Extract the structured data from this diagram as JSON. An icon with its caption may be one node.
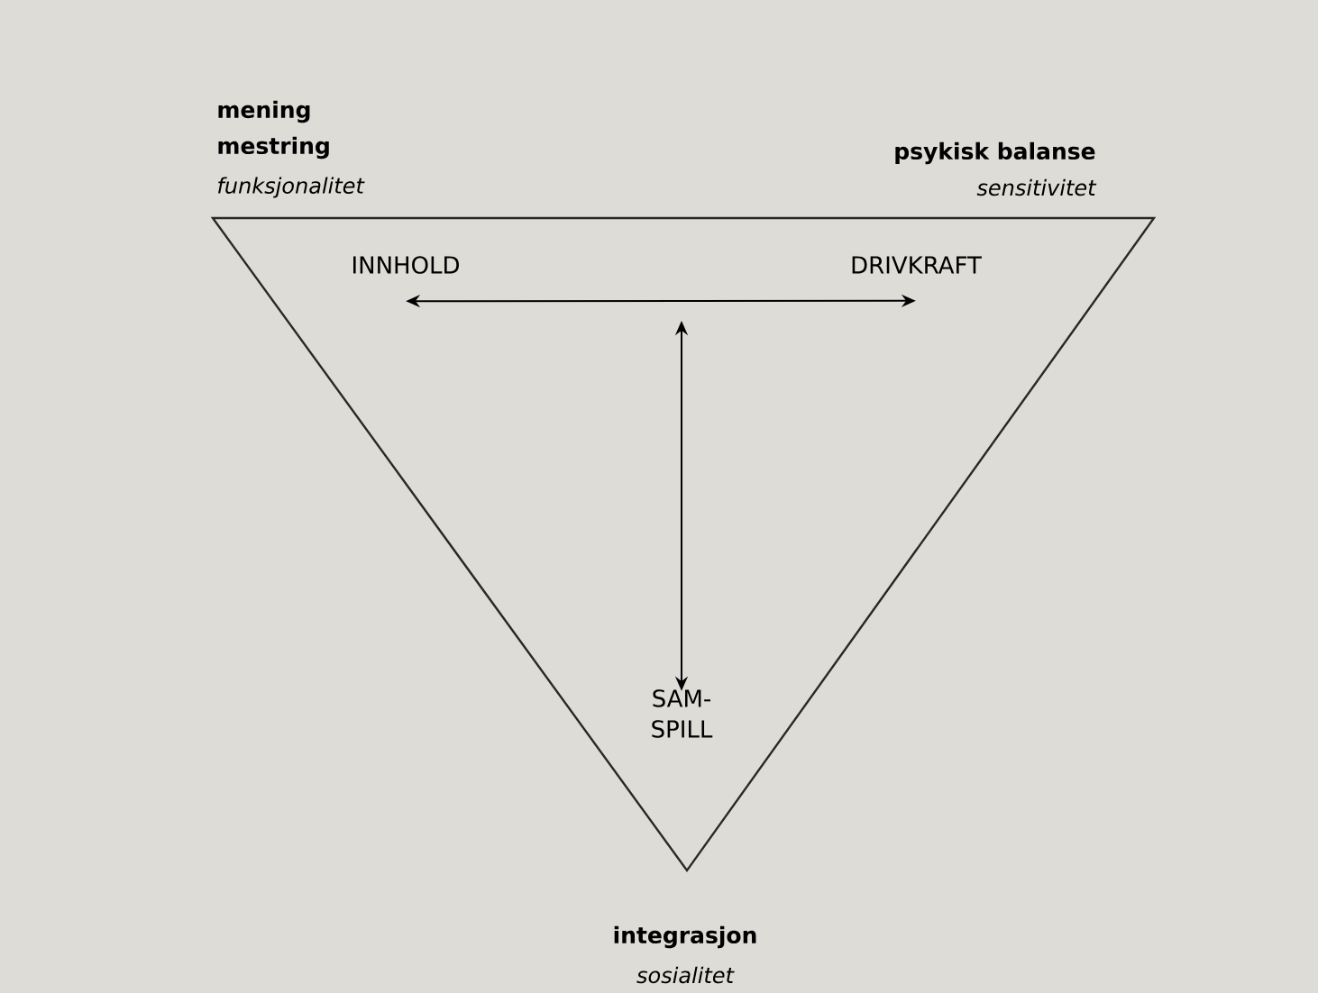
{
  "diagram": {
    "nodes": [
      {
        "text": [
          "INNHOLD"
        ]
      },
      {
        "text": [
          "DRIVKRAFT"
        ]
      },
      {
        "text": [
          "SAM- SPILL"
        ]
      }
    ],
    "edges": [
      {
        "from": 0,
        "to": 1,
        "arrow": "both"
      },
      {
        "from": null,
        "to": 2,
        "arrow": "both"
      }
    ],
    "labels": [
      "mening",
      "mestring",
      "funksjonalitet",
      "psykisk balanse",
      "sensitivitet",
      "integrasjon",
      "sosialitet"
    ]
  }
}
